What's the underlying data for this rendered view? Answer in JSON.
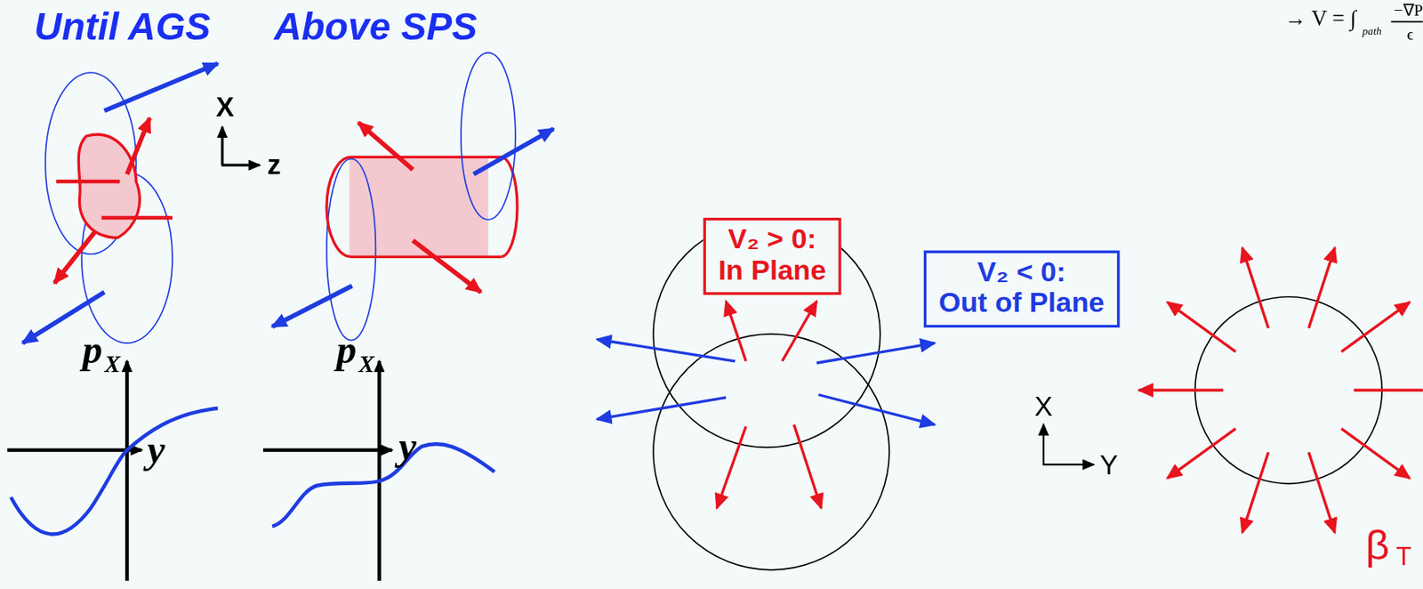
{
  "diagram": {
    "nodes": [
      {
        "text": [
          "V₂ > 0:",
          "In Plane"
        ]
      },
      {
        "text": [
          "V₂ < 0:",
          "Out of Plane"
        ]
      }
    ],
    "labels": [
      "→ V = ∫",
      "path",
      "−∇P",
      "ϵ",
      "Until AGS",
      "Above SPS",
      "X",
      "z",
      "p",
      "X",
      "y",
      "p",
      "X",
      "y",
      "X",
      "Y",
      "β",
      "T"
    ]
  }
}
